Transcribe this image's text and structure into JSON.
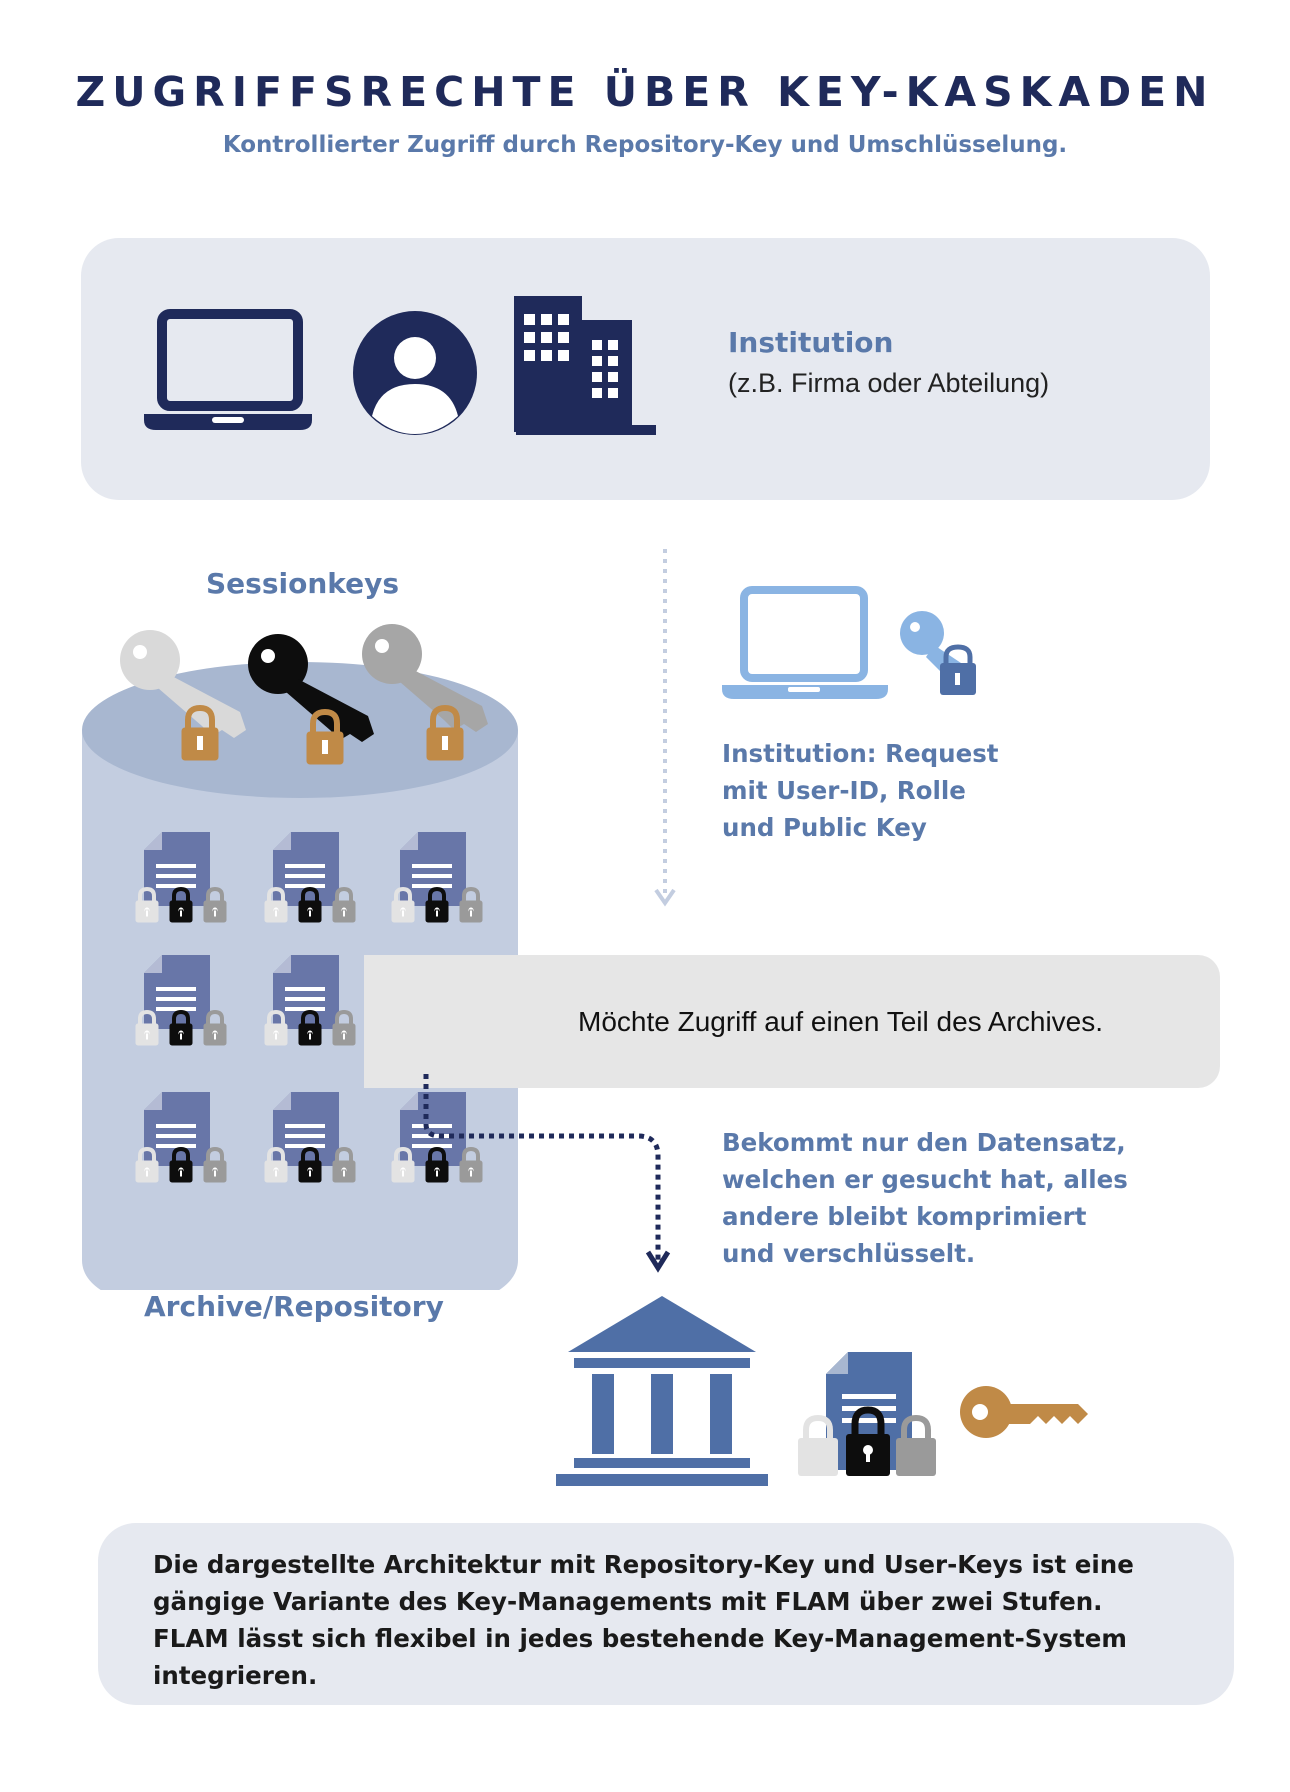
{
  "header": {
    "title": "ZUGRIFFSRECHTE ÜBER KEY-KASKADEN",
    "subtitle": "Kontrollierter Zugriff durch Repository-Key und Umschlüsselung."
  },
  "institution": {
    "title": "Institution",
    "subtitle": "(z.B. Firma oder Abteilung)",
    "icons": [
      "laptop-icon",
      "user-avatar-icon",
      "office-building-icon"
    ]
  },
  "repository": {
    "sessionkeys_label": "Sessionkeys",
    "archive_label": "Archive/Repository",
    "documents": 9
  },
  "request": {
    "lines": [
      "Institution: Request",
      "mit User-ID, Rolle",
      "und Public Key"
    ]
  },
  "access_box": {
    "text": "Möchte Zugriff auf einen Teil des Archives."
  },
  "result": {
    "lines": [
      "Bekommt nur den Datensatz,",
      "welchen er gesucht hat, alles",
      "andere bleibt komprimiert",
      "und verschlüsselt."
    ]
  },
  "footer": {
    "lines": [
      "Die dargestellte Architektur mit Repository-Key und User-Keys ist eine",
      "gängige Variante des Key-Managements mit FLAM über zwei Stufen.",
      "FLAM lässt sich flexibel in jedes bestehende Key-Management-System",
      "integrieren."
    ]
  },
  "colors": {
    "navy": "#1f2a5a",
    "accent_blue": "#5a79aa",
    "light_blue": "#8ab4e3",
    "panel_bg": "#e6e9f0",
    "gold": "#c08a47",
    "cylinder": "#c3cde0"
  }
}
